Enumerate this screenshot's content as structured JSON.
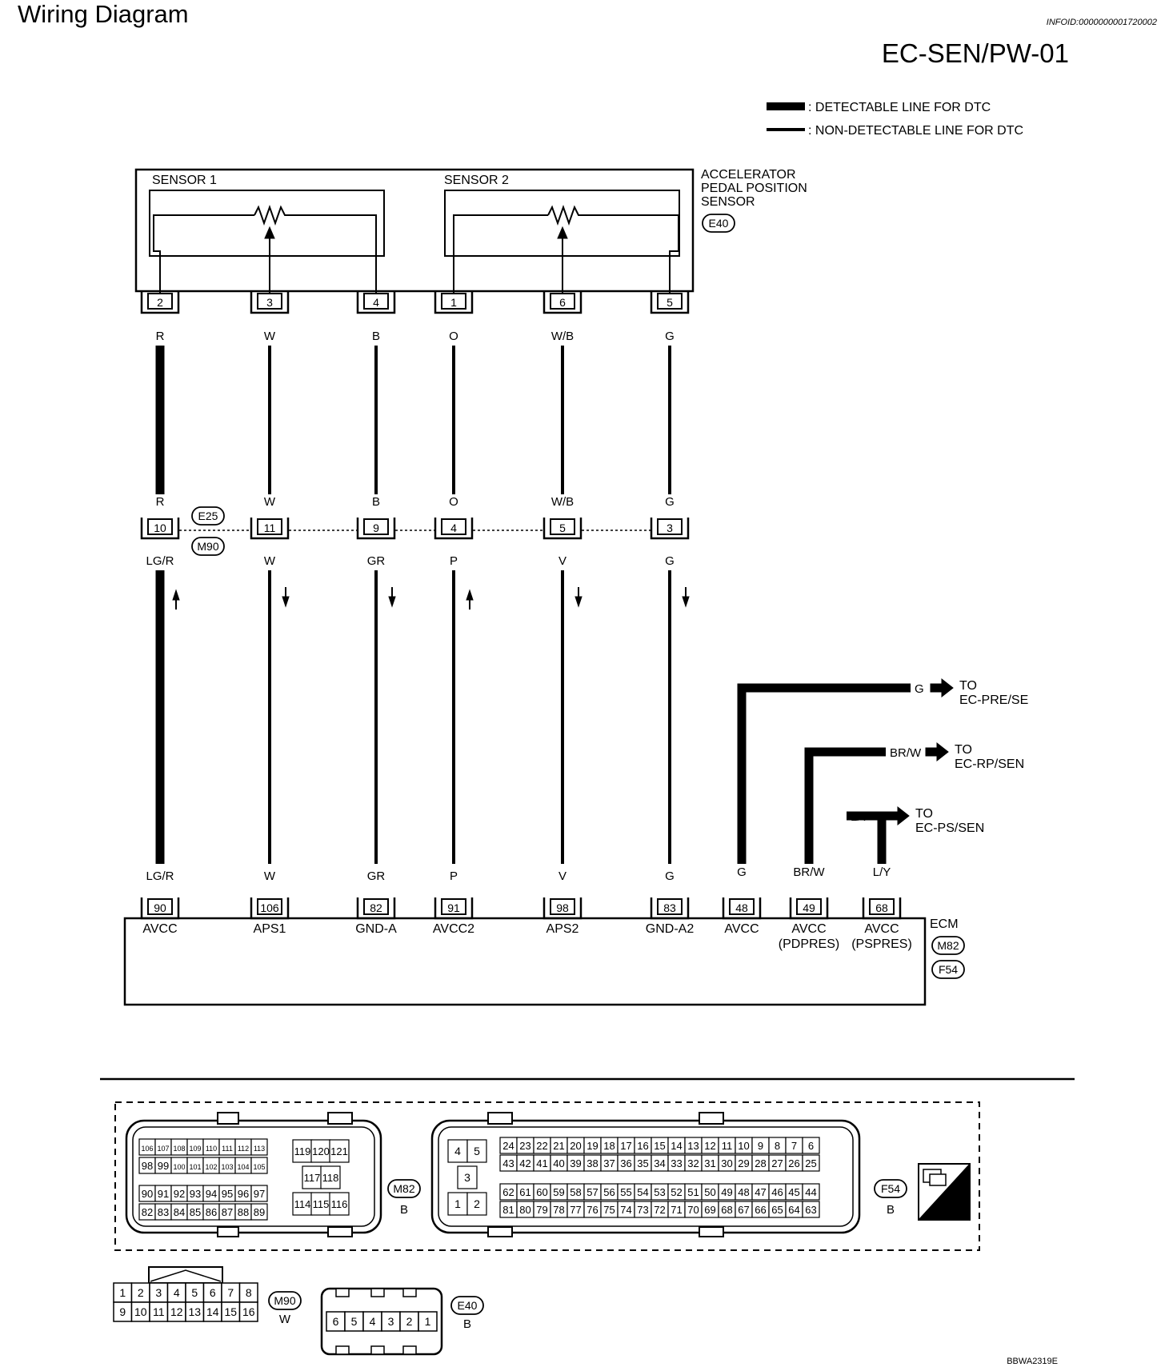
{
  "header": {
    "title": "Wiring Diagram",
    "info_id": "INFOID:0000000001720002",
    "page_code": "EC-SEN/PW-01",
    "drawing_id": "BBWA2319E"
  },
  "legend": {
    "detectable": ": DETECTABLE LINE FOR DTC",
    "non_detectable": ": NON-DETECTABLE LINE FOR DTC"
  },
  "sensor": {
    "name_lines": [
      "ACCELERATOR",
      "PEDAL POSITION",
      "SENSOR"
    ],
    "connector": "E40",
    "sensor1_label": "SENSOR 1",
    "sensor2_label": "SENSOR 2"
  },
  "junction": {
    "upper_connector": "E25",
    "lower_connector": "M90"
  },
  "ecm": {
    "name": "ECM",
    "connectors": [
      "M82",
      "F54"
    ]
  },
  "circuits": [
    {
      "sensor_pin": "2",
      "color_top": "R",
      "joint_pin": "10",
      "color_bottom": "LG/R",
      "ecm_pin": "90",
      "ecm_label": [
        "AVCC"
      ],
      "flow": "up",
      "detectable": true
    },
    {
      "sensor_pin": "3",
      "color_top": "W",
      "joint_pin": "11",
      "color_bottom": "W",
      "ecm_pin": "106",
      "ecm_label": [
        "APS1"
      ],
      "flow": "down",
      "detectable": false
    },
    {
      "sensor_pin": "4",
      "color_top": "B",
      "joint_pin": "9",
      "color_bottom": "GR",
      "ecm_pin": "82",
      "ecm_label": [
        "GND-A"
      ],
      "flow": "down",
      "detectable": false
    },
    {
      "sensor_pin": "1",
      "color_top": "O",
      "joint_pin": "4",
      "color_bottom": "P",
      "ecm_pin": "91",
      "ecm_label": [
        "AVCC2"
      ],
      "flow": "up",
      "detectable": false
    },
    {
      "sensor_pin": "6",
      "color_top": "W/B",
      "joint_pin": "5",
      "color_bottom": "V",
      "ecm_pin": "98",
      "ecm_label": [
        "APS2"
      ],
      "flow": "down",
      "detectable": false
    },
    {
      "sensor_pin": "5",
      "color_top": "G",
      "joint_pin": "3",
      "color_bottom": "G",
      "ecm_pin": "83",
      "ecm_label": [
        "GND-A2"
      ],
      "flow": "down",
      "detectable": false
    }
  ],
  "branches": [
    {
      "color": "G",
      "ecm_pin": "48",
      "ecm_label": [
        "AVCC"
      ],
      "to": [
        "TO",
        "EC-PRE/SE"
      ]
    },
    {
      "color": "BR/W",
      "ecm_pin": "49",
      "ecm_label": [
        "AVCC",
        "(PDPRES)"
      ],
      "to": [
        "TO",
        "EC-RP/SEN"
      ]
    },
    {
      "color": "L/Y",
      "ecm_pin": "68",
      "ecm_label": [
        "AVCC",
        "(PSPRES)"
      ],
      "to": [
        "TO",
        "EC-PS/SEN"
      ]
    }
  ],
  "connector_views": {
    "m82": {
      "name": "M82",
      "color": "B",
      "rows_a": [
        [
          "106",
          "107",
          "108",
          "109",
          "110",
          "111",
          "112",
          "113"
        ],
        [
          "98",
          "99",
          "100",
          "101",
          "102",
          "103",
          "104",
          "105"
        ],
        [
          "90",
          "91",
          "92",
          "93",
          "94",
          "95",
          "96",
          "97"
        ],
        [
          "82",
          "83",
          "84",
          "85",
          "86",
          "87",
          "88",
          "89"
        ]
      ],
      "rows_b": [
        [
          "119",
          "120",
          "121"
        ],
        [
          "117",
          "118"
        ],
        [
          "114",
          "115",
          "116"
        ]
      ]
    },
    "f54": {
      "name": "F54",
      "color": "B",
      "small": [
        [
          "4",
          "5"
        ],
        [
          "3"
        ],
        [
          "1",
          "2"
        ]
      ],
      "rows": [
        [
          "24",
          "23",
          "22",
          "21",
          "20",
          "19",
          "18",
          "17",
          "16",
          "15",
          "14",
          "13",
          "12",
          "11",
          "10",
          "9",
          "8",
          "7",
          "6"
        ],
        [
          "43",
          "42",
          "41",
          "40",
          "39",
          "38",
          "37",
          "36",
          "35",
          "34",
          "33",
          "32",
          "31",
          "30",
          "29",
          "28",
          "27",
          "26",
          "25"
        ],
        [
          "62",
          "61",
          "60",
          "59",
          "58",
          "57",
          "56",
          "55",
          "54",
          "53",
          "52",
          "51",
          "50",
          "49",
          "48",
          "47",
          "46",
          "45",
          "44"
        ],
        [
          "81",
          "80",
          "79",
          "78",
          "77",
          "76",
          "75",
          "74",
          "73",
          "72",
          "71",
          "70",
          "69",
          "68",
          "67",
          "66",
          "65",
          "64",
          "63"
        ]
      ]
    },
    "hs_label": "H.S.",
    "m90": {
      "name": "M90",
      "color": "W",
      "rows": [
        [
          "1",
          "2",
          "3",
          "4",
          "5",
          "6",
          "7",
          "8"
        ],
        [
          "9",
          "10",
          "11",
          "12",
          "13",
          "14",
          "15",
          "16"
        ]
      ]
    },
    "e40": {
      "name": "E40",
      "color": "B",
      "pins": [
        "6",
        "5",
        "4",
        "3",
        "2",
        "1"
      ]
    }
  }
}
